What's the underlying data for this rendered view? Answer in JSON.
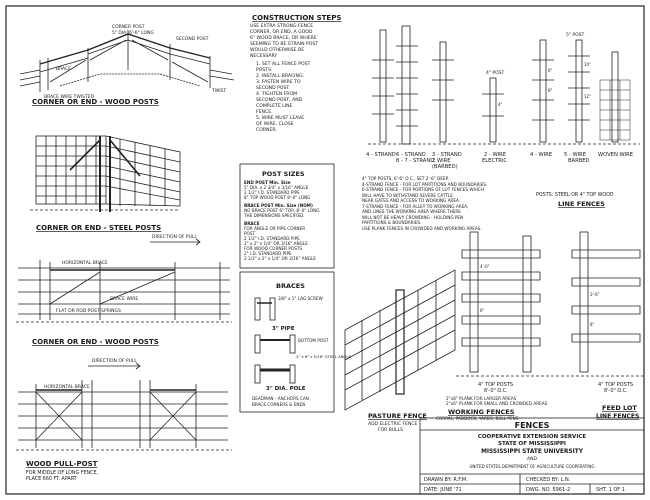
{
  "sheet": {
    "title": "FENCES",
    "issuer_lines": [
      "COOPERATIVE EXTENSION SERVICE",
      "STATE OF MISSISSIPPI",
      "MISSISSIPPI STATE UNIVERSITY",
      "AND",
      "UNITED STATES DEPARTMENT OF AGRICULTURE COOPERATING"
    ],
    "drawn_by": "DRAWN BY: R.F.M.",
    "checked_by": "CHECKED BY: L.N.",
    "date": "DATE: JUNE '71",
    "dwg_no": "DWG. NO. 5961-2",
    "sht": "SHT. 1 OF 1"
  },
  "corner_wood": {
    "title": "CORNER OR END - WOOD POSTS",
    "labels": [
      "CORNER POST",
      "5\" DIA. 6'-6\" LONG",
      "SECOND POST",
      "BRACE",
      "TWIST",
      "BRACE WIRE TWISTED"
    ]
  },
  "corner_steel": {
    "title": "CORNER OR END - STEEL POSTS"
  },
  "corner_wood2": {
    "title": "CORNER OR END - WOOD POSTS",
    "labels": [
      "DIRECTION OF PULL",
      "HORIZONTAL BRACE",
      "BRACE WIRE",
      "FLAT OR ROD POST SPRINGS"
    ]
  },
  "wood_pull": {
    "title": "WOOD PULL-POST",
    "lines": [
      "FOR MIDDLE OF LONG FENCE,",
      "PLACE 660 FT. APART"
    ],
    "labels": [
      "DIRECTION OF PULL",
      "HORIZONTAL BRACE"
    ]
  },
  "construction": {
    "title": "CONSTRUCTION STEPS",
    "intro": [
      "USE EXTRA STRONG FENCE",
      "CORNER, OR END, A GOOD",
      "6\" WOOD BRACE, OR WHERE",
      "SEEMING TO BE STRAIN POST",
      "WOULD OTHERWISE BE",
      "NECESSARY"
    ],
    "steps": [
      "1. SET ALL FENCE POST",
      "   POSTS.",
      "2. INSTALL BRACING.",
      "3. FASTEN WIRE TO",
      "   SECOND POST.",
      "4. TIGHTEN FROM",
      "   SECOND POST, AND",
      "   COMPLETE LINE",
      "   FENCE.",
      "5. WIRE MUST LEAVE",
      "   OF WIRE, CLOSE",
      "   CORNER."
    ]
  },
  "post_sizes": {
    "title": "POST SIZES",
    "lines": [
      "END POST  Min. Size",
      "5\" DIA. x 2 3/4\" x 3/16\" ANGLE",
      "2 1/2\" I.D. STANDARD PIPE",
      "8\" TOP WOOD POST 8'-0\" LONG",
      "",
      "BRACE POST  Min. Size (NOM)",
      "NO BRACE POST 6\" TOP, 8'-0\" LONG",
      "THE DIMENSIONS SPECIFIED",
      "",
      "BRACE",
      "FOR ANGLE OR PIPE CORNER",
      "POST",
      "2 1/2\" I.D. STANDARD PIPE",
      "2\" x 2\" x 1/4\" OR 3/16\" ANGLE",
      "FOR WOOD CORNER POSTS",
      "2\" I.D. STANDARD PIPE",
      "2 1/2\" x 2\" x 1/4\" OR 3/16\" ANGLE"
    ]
  },
  "braces": {
    "title": "BRACES",
    "labels": [
      "3/8\" x 1\" LAG SCREW",
      "3\" PIPE",
      "BOTTOM POST",
      "2\" x 6\" x 5/16\" STEEL ANGLE",
      "3\" DIA. POLE",
      "DEADMAN - ANCHORS CAN",
      "BRACE CORNERS & ENDS"
    ]
  },
  "strands": {
    "labels": [
      "4 - STRAND",
      "6 - STRAND",
      "8 - 7 - STRAND",
      "3 - STRAND",
      "2 WIRE",
      "(BARBED)",
      "2 - WIRE",
      "ELECTRIC",
      "4 - WIRE",
      "5 - WIRE",
      "BARBED",
      "WOVEN WIRE"
    ],
    "dims": [
      "4\"",
      "6\"",
      "8\"",
      "10\"",
      "12\""
    ],
    "post_labels": [
      "4\" POST",
      "5\" POST"
    ],
    "notes": [
      "4\" TOP POSTS, 6'-6\" O.C., SET 2'-6\" DEEP.",
      "4-STRAND FENCE - FOR LOT PARTITIONS AND BOUNDARIES.",
      "6-STRAND FENCE - FOR PORTIONS OF LOT FENCES WHICH",
      "  WILL HAVE TO WITHSTAND SEVERE CATTLE",
      "  NEAR GATES AND ACCESS TO WORKING AREA.",
      "7-STRAND FENCE - FOR ALLEY TO WORKING AREA,",
      "  AND LINES THE WORKING AREA WHERE THERE",
      "  WILL NOT BE HEAVY CROWDING - HOLDING PEN",
      "  PARTITIONS & BOUNDARIES.",
      "USE PLANK FENCES IN CROWDED AND WORKING AREAS."
    ]
  },
  "line_fences": {
    "caption": "POSTS: STEEL OR 4\" TOP WOOD",
    "title": "LINE FENCES"
  },
  "pasture": {
    "title": "PASTURE FENCE",
    "lines": [
      "ADD ELECTRIC FENCE",
      "FOR BULLS"
    ]
  },
  "working": {
    "title": "WORKING FENCES",
    "lines": [
      "2\"x8\" PLANK FOR LARGER AREAS",
      "2\"x6\" PLANK FOR SMALL AND CROWDED AREAS",
      "CORRAL, PADDOCK, YARDS, BULL PENS"
    ],
    "post_caption": [
      "4\" TOP POSTS",
      "6'-0\" O.C."
    ],
    "dims": [
      "4'-0\"",
      "3'-6\"",
      "6\"",
      "8\""
    ]
  },
  "feed_lot": {
    "title": "FEED LOT",
    "title2": "LINE FENCES",
    "post_caption": [
      "4\" TOP POSTS",
      "8'-0\" O.C."
    ]
  }
}
